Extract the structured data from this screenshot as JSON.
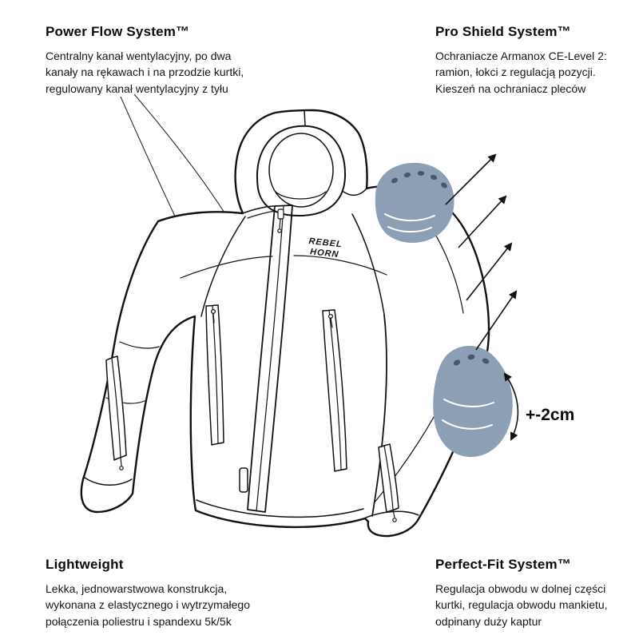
{
  "features": {
    "top_left": {
      "title": "Power Flow System™",
      "description": "Centralny kanał wentylacyjny, po dwa kanały na rękawach i na przodzie kurtki, regulowany kanał wentylacyjny z tyłu"
    },
    "top_right": {
      "title": "Pro Shield System™",
      "description": "Ochraniacze Armanox CE-Level 2: ramion, łokci z regulacją pozycji. Kieszeń na ochraniacz pleców"
    },
    "bottom_left": {
      "title": "Lightweight",
      "description": "Lekka, jednowarstwowa konstrukcja, wykonana z elastycznego i wytrzymałego połączenia poliestru i spandexu 5k/5k"
    },
    "bottom_right": {
      "title": "Perfect-Fit System™",
      "description": "Regulacja obwodu w dolnej części kurtki, regulacja obwodu mankietu, odpinany duży kaptur"
    }
  },
  "illustration": {
    "brand_logo_line1": "REBEL",
    "brand_logo_line2": "HORN",
    "adjustment_label": "+-2cm"
  },
  "colors": {
    "protector": "#8C9FB5",
    "protector_hole": "#49596A",
    "mesh_dot": "#A9BAC9",
    "line": "#111111"
  }
}
